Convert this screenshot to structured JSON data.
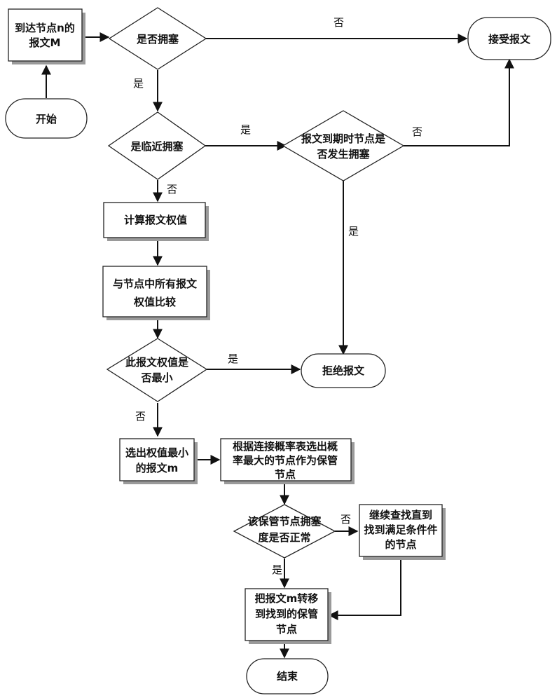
{
  "nodes": {
    "arrive": [
      "到达节点n的",
      "报文M"
    ],
    "start": [
      "开始"
    ],
    "congested": [
      "是否拥塞"
    ],
    "accept": [
      "接受报文"
    ],
    "near_congestion": [
      "是临近拥塞"
    ],
    "expire_node": [
      "报文到期时节点是",
      "否发生拥塞"
    ],
    "calc_weight": [
      "计算报文权值"
    ],
    "compare": [
      "与节点中所有报文",
      "权值比较"
    ],
    "is_min": [
      "此报文权值是",
      "否最小"
    ],
    "reject": [
      "拒绝报文"
    ],
    "select_min": [
      "选出权值最小",
      "的报文m"
    ],
    "select_keeper": [
      "根据连接概率表选出概",
      "率最大的节点作为保管",
      "节点"
    ],
    "keeper_normal": [
      "该保管节点拥塞",
      "度是否正常"
    ],
    "continue_search": [
      "继续查找直到",
      "找到满足条件件",
      "的节点"
    ],
    "transfer": [
      "把报文m转移",
      "到找到的保管",
      "节点"
    ],
    "end": [
      "结束"
    ]
  },
  "edge_labels": {
    "congested_no": "否",
    "congested_yes": "是",
    "near_yes": "是",
    "near_no": "否",
    "expire_no": "否",
    "expire_yes": "是",
    "is_min_yes": "是",
    "is_min_no": "否",
    "keeper_no": "否",
    "keeper_yes": "是"
  }
}
